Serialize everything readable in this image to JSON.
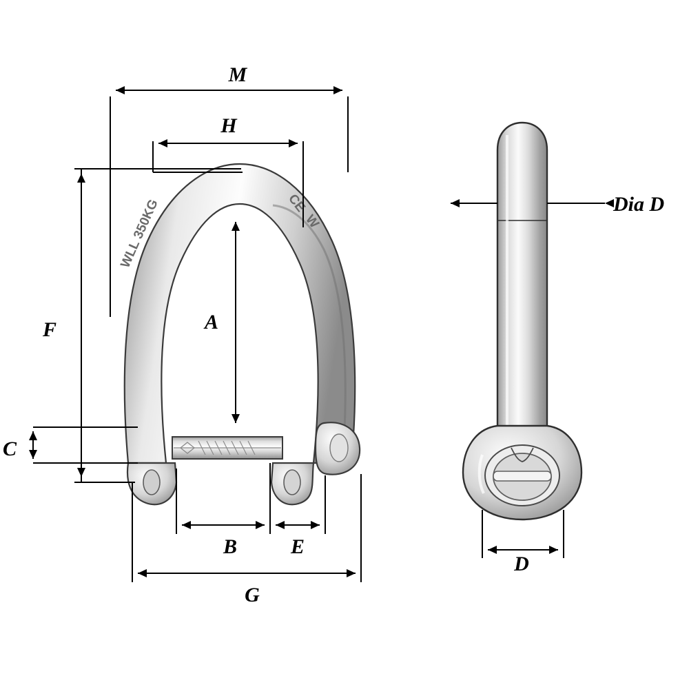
{
  "diagram": {
    "title": "Bow shackle dimensional drawing",
    "background_color": "#ffffff",
    "line_color": "#000000",
    "metal_light": "#f2f2f2",
    "metal_mid": "#c9c9c9",
    "metal_dark": "#8d8d8d",
    "views": [
      {
        "name": "front-view",
        "description": "Bow shackle front view with captive pin"
      },
      {
        "name": "side-view",
        "description": "Bow shackle side view showing pin diameter"
      }
    ],
    "dimension_labels": {
      "m": "M",
      "h": "H",
      "a": "A",
      "f": "F",
      "c": "C",
      "b": "B",
      "e": "E",
      "g": "G",
      "dia_d": "Dia D",
      "d": "D"
    },
    "engraving": {
      "wll": "WLL 350KG",
      "mark": "CE",
      "mark_sub": "W"
    }
  }
}
